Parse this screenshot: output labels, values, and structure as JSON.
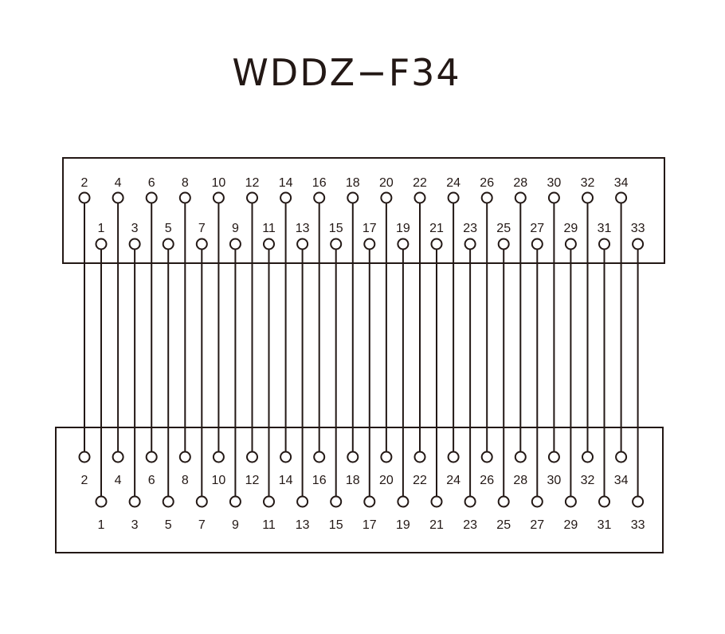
{
  "title": "WDDZ−F34",
  "colors": {
    "stroke": "#231815",
    "background": "#ffffff"
  },
  "top_block": {
    "even_pins": [
      "2",
      "4",
      "6",
      "8",
      "10",
      "12",
      "14",
      "16",
      "18",
      "20",
      "22",
      "24",
      "26",
      "28",
      "30",
      "32",
      "34"
    ],
    "odd_pins": [
      "1",
      "3",
      "5",
      "7",
      "9",
      "11",
      "13",
      "15",
      "17",
      "19",
      "21",
      "23",
      "25",
      "27",
      "29",
      "31",
      "33"
    ]
  },
  "bottom_block": {
    "even_pins": [
      "2",
      "4",
      "6",
      "8",
      "10",
      "12",
      "14",
      "16",
      "18",
      "20",
      "22",
      "24",
      "26",
      "28",
      "30",
      "32",
      "34"
    ],
    "odd_pins": [
      "1",
      "3",
      "5",
      "7",
      "9",
      "11",
      "13",
      "15",
      "17",
      "19",
      "21",
      "23",
      "25",
      "27",
      "29",
      "31",
      "33"
    ]
  }
}
